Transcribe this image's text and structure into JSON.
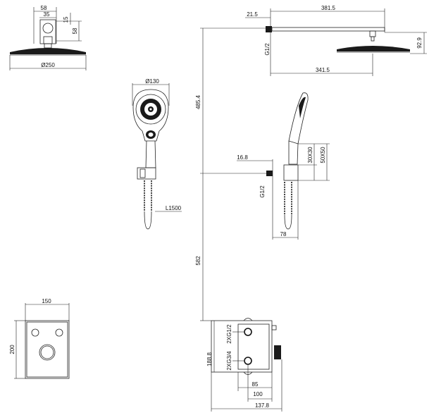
{
  "dimensions": {
    "head_top_width": "58",
    "head_arm_width": "35",
    "head_arm_h1": "15",
    "head_arm_h2": "58",
    "head_diameter": "Ø250",
    "arm_offset": "21.5",
    "arm_length": "381.5",
    "arm_thread": "G1/2",
    "head_drop": "92.9",
    "arm_inner": "341.5",
    "hand_diameter": "Ø130",
    "hose_length": "L1500",
    "upper_height": "485.4",
    "outlet_offset": "16.8",
    "holder_small": "30X30",
    "holder_large": "50X50",
    "outlet_thread": "G1/2",
    "holder_width": "78",
    "lower_height": "582",
    "plate_width": "150",
    "plate_height": "200",
    "valve_thread_top": "2XG1/2",
    "valve_thread_bottom": "2XG3/4",
    "valve_height": "188.8",
    "valve_w1": "85",
    "valve_w2": "100",
    "valve_w3": "137.8"
  }
}
